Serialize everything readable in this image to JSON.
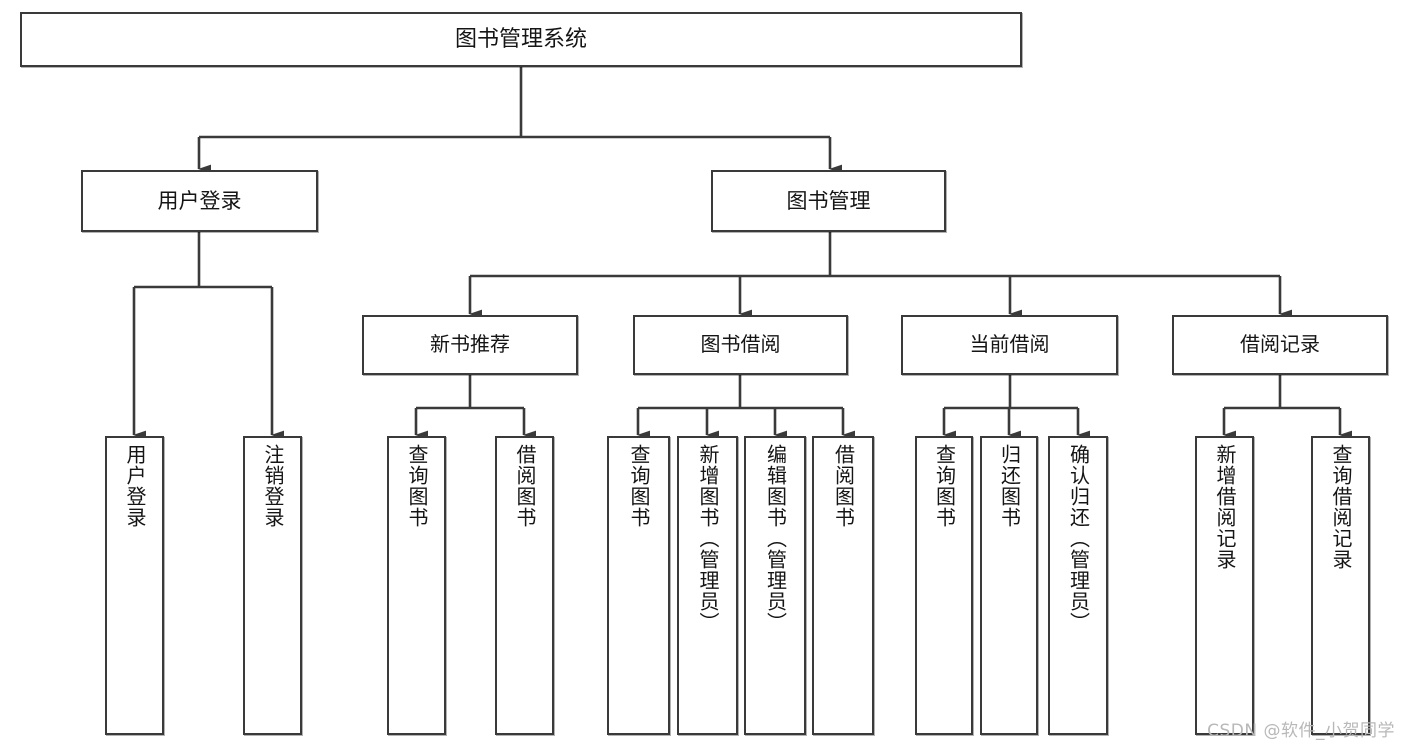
{
  "diagram": {
    "title": "图书管理系统",
    "type": "tree",
    "watermark": "CSDN @软件_小贺同学",
    "colors": {
      "box_border": "#3a3a3a",
      "box_fill": "#ffffff",
      "line": "#3a3a3a",
      "text": "#151515",
      "watermark": "#b8b8b8"
    },
    "root": {
      "label": "图书管理系统"
    },
    "level2": [
      {
        "id": "user-login",
        "label": "用户登录"
      },
      {
        "id": "book-manage",
        "label": "图书管理"
      }
    ],
    "level3": [
      {
        "id": "new-book-recommend",
        "label": "新书推荐"
      },
      {
        "id": "book-borrow",
        "label": "图书借阅"
      },
      {
        "id": "current-borrow",
        "label": "当前借阅"
      },
      {
        "id": "borrow-record",
        "label": "借阅记录"
      }
    ],
    "leaves": {
      "user-login": [
        {
          "id": "leaf-user-login",
          "label": "用户登录"
        },
        {
          "id": "leaf-logout",
          "label": "注销登录"
        }
      ],
      "new-book-recommend": [
        {
          "id": "leaf-query-book-1",
          "label": "查询图书"
        },
        {
          "id": "leaf-borrow-book-1",
          "label": "借阅图书"
        }
      ],
      "book-borrow": [
        {
          "id": "leaf-query-book-2",
          "label": "查询图书"
        },
        {
          "id": "leaf-add-book",
          "label": "新增图书（管理员）"
        },
        {
          "id": "leaf-edit-book",
          "label": "编辑图书（管理员）"
        },
        {
          "id": "leaf-borrow-book-2",
          "label": "借阅图书"
        }
      ],
      "current-borrow": [
        {
          "id": "leaf-query-book-3",
          "label": "查询图书"
        },
        {
          "id": "leaf-return-book",
          "label": "归还图书"
        },
        {
          "id": "leaf-confirm-return",
          "label": "确认归还（管理员）"
        }
      ],
      "borrow-record": [
        {
          "id": "leaf-add-record",
          "label": "新增借阅记录"
        },
        {
          "id": "leaf-query-record",
          "label": "查询借阅记录"
        }
      ]
    }
  }
}
